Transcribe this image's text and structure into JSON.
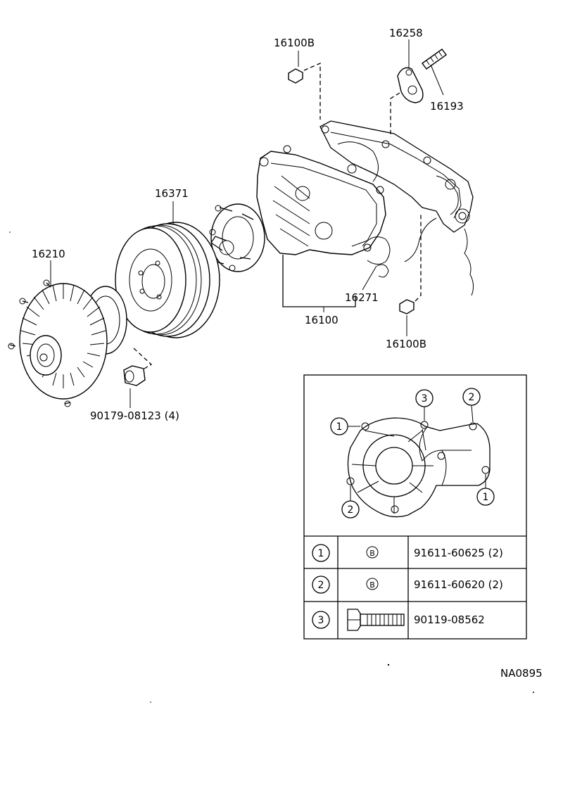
{
  "diagram": {
    "code": "NA0895",
    "parts": [
      {
        "id": "16100B_top",
        "number": "16100B"
      },
      {
        "id": "16258",
        "number": "16258"
      },
      {
        "id": "16193",
        "number": "16193"
      },
      {
        "id": "16371",
        "number": "16371"
      },
      {
        "id": "16210",
        "number": "16210"
      },
      {
        "id": "16271",
        "number": "16271"
      },
      {
        "id": "16100",
        "number": "16100"
      },
      {
        "id": "16100B_bottom",
        "number": "16100B"
      },
      {
        "id": "90179",
        "number": "90179-08123 (4)"
      }
    ]
  },
  "inset": {
    "callouts": [
      "1",
      "3",
      "2",
      "1",
      "2"
    ],
    "rows": [
      {
        "index": "1",
        "symbol": "B",
        "part_number": "91611-60625 (2)"
      },
      {
        "index": "2",
        "symbol": "B",
        "part_number": "91611-60620 (2)"
      },
      {
        "index": "3",
        "symbol": "bolt",
        "part_number": "90119-08562"
      }
    ]
  }
}
